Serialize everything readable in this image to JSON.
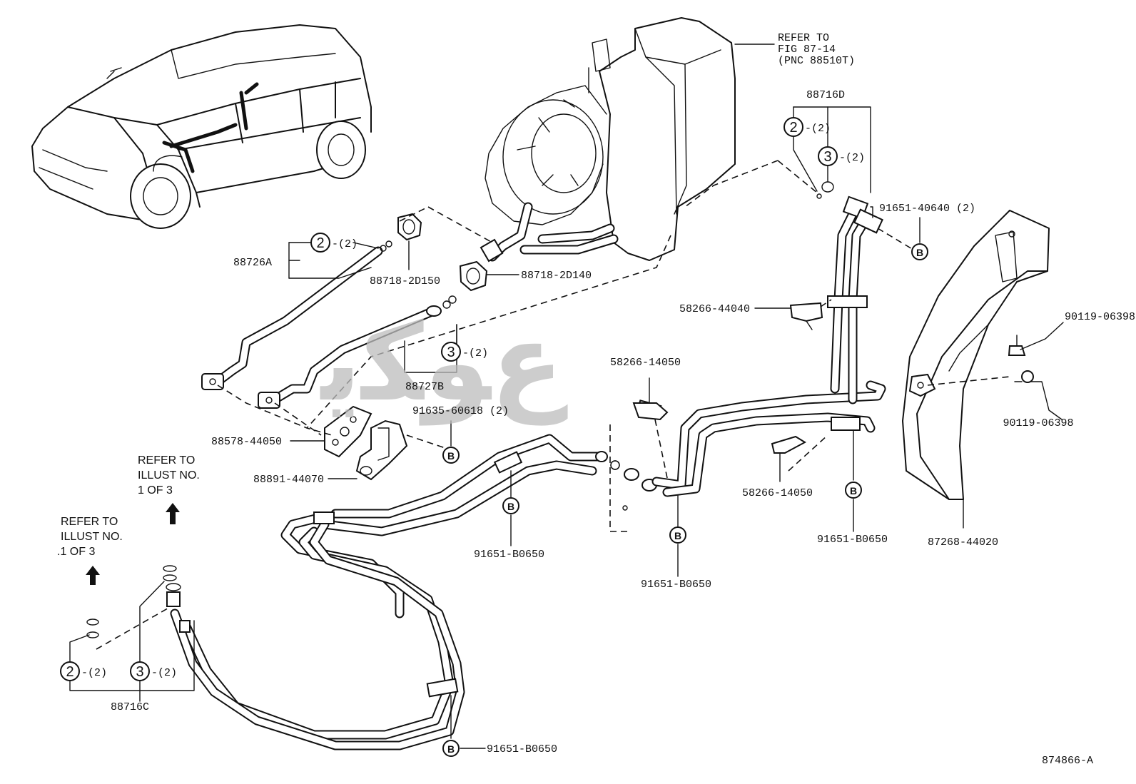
{
  "diagram": {
    "figure_code": "874866-A",
    "watermark": "ﻉﻮﻜﯾ",
    "refer_notes": {
      "top_right": [
        "REFER TO",
        "FIG 87-14",
        "(PNC 88510T)"
      ],
      "illust_upper": [
        "REFER TO",
        "ILLUST NO.",
        "1 OF 3"
      ],
      "illust_lower": [
        "REFER TO",
        "ILLUST NO.",
        ".1 OF 3"
      ]
    },
    "labels": {
      "p88726A": "88726A",
      "p88718_2D150": "88718-2D150",
      "p88718_2D140": "88718-2D140",
      "p88727B": "88727B",
      "p91635": "91635-60618 (2)",
      "p88578": "88578-44050",
      "p88891": "88891-44070",
      "p88716D": "88716D",
      "p91651_40640": "91651-40640 (2)",
      "p58266_44040": "58266-44040",
      "p58266_14050_a": "58266-14050",
      "p58266_14050_b": "58266-14050",
      "p90119_a": "90119-06398",
      "p90119_b": "90119-06398",
      "p91651_b_1": "91651-B0650",
      "p91651_b_2": "91651-B0650",
      "p91651_b_3": "91651-B0650",
      "p91651_b_4": "91651-B0650",
      "p87268": "87268-44020",
      "p88716C": "88716C"
    },
    "callouts": {
      "c2": "2",
      "c3": "3",
      "cB": "B",
      "qty2": "-(2)"
    }
  }
}
